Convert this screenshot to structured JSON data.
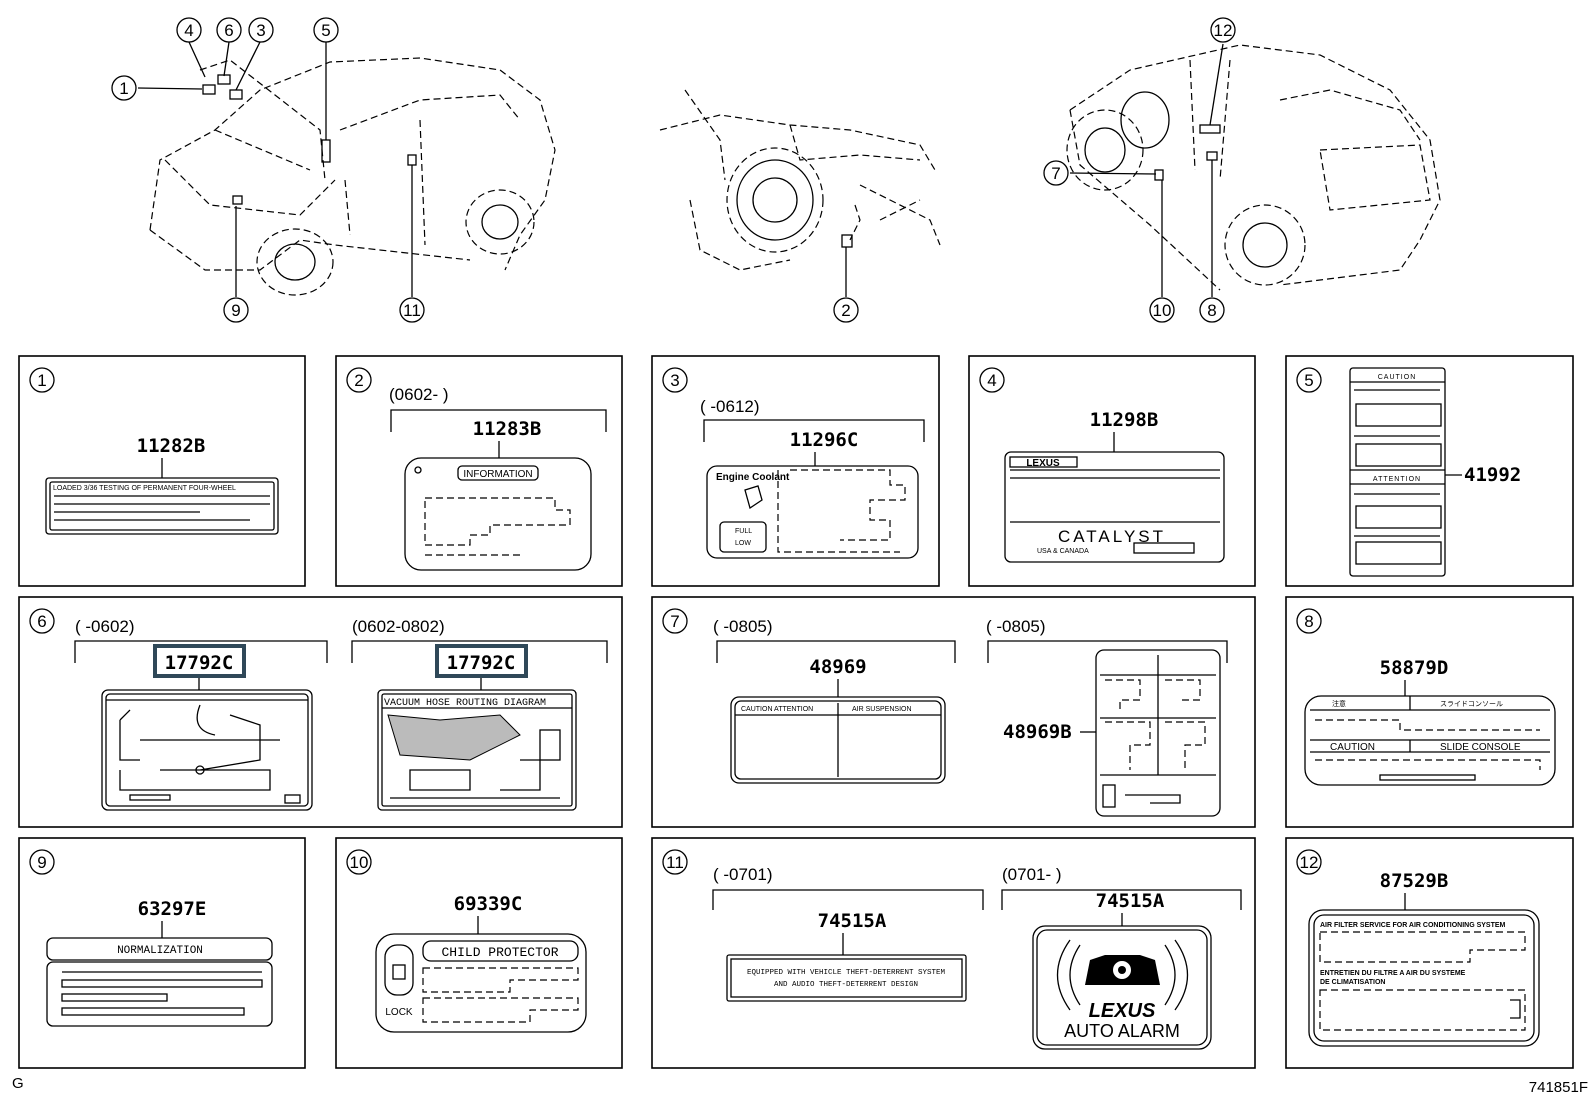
{
  "callouts": {
    "c1": "1",
    "c2": "2",
    "c3": "3",
    "c4": "4",
    "c5": "5",
    "c6": "6",
    "c7": "7",
    "c8": "8",
    "c9": "9",
    "c10": "10",
    "c11": "11",
    "c12": "12"
  },
  "panels": {
    "p1": {
      "index": "1",
      "part": "11282B",
      "label_text": "LOADED 3/36 TESTING OF PERMANENT FOUR-WHEEL"
    },
    "p2": {
      "index": "2",
      "range": "(0602-      )",
      "part": "11283B",
      "label_text": "INFORMATION"
    },
    "p3": {
      "index": "3",
      "range": "(      -0612)",
      "part": "11296C",
      "label_text": "Engine Coolant",
      "full": "FULL",
      "low": "LOW"
    },
    "p4": {
      "index": "4",
      "part": "11298B",
      "brand": "LEXUS",
      "label_text": "CATALYST",
      "sub": "USA & CANADA"
    },
    "p5": {
      "index": "5",
      "part": "41992",
      "caution": "CAUTION",
      "attention": "ATTENTION"
    },
    "p6": {
      "index": "6",
      "range_a": "(      -0602)",
      "range_b": "(0602-0802)",
      "part_a": "17792C",
      "part_b": "17792C",
      "label_b": "VACUUM HOSE ROUTING DIAGRAM"
    },
    "p7": {
      "index": "7",
      "range_a": "(      -0805)",
      "range_b": "(      -0805)",
      "part_a": "48969",
      "part_b": "48969B",
      "label_a1": "CAUTION ATTENTION",
      "label_a2": "AIR SUSPENSION"
    },
    "p8": {
      "index": "8",
      "part": "58879D",
      "jp1": "注意",
      "jp2": "スライドコンソール",
      "caution": "CAUTION",
      "slide": "SLIDE   CONSOLE"
    },
    "p9": {
      "index": "9",
      "part": "63297E",
      "label_text": "NORMALIZATION"
    },
    "p10": {
      "index": "10",
      "part": "69339C",
      "label_text": "CHILD PROTECTOR",
      "lock": "LOCK"
    },
    "p11": {
      "index": "11",
      "range_a": "(      -0701)",
      "range_b": "(0701-      )",
      "part_a": "74515A",
      "part_b": "74515A",
      "line1": "EQUIPPED WITH VEHICLE THEFT-DETERRENT SYSTEM",
      "line2": "AND AUDIO THEFT-DETERRENT DESIGN",
      "brand": "LEXUS",
      "alarm": "AUTO ALARM"
    },
    "p12": {
      "index": "12",
      "part": "87529B",
      "line1": "AIR FILTER SERVICE FOR AIR CONDITIONING SYSTEM",
      "line2": "ENTRETIEN DU FILTRE A AIR DU SYSTEME",
      "line3": "DE CLIMATISATION"
    }
  },
  "footer": {
    "left": "G",
    "right": "741851F"
  },
  "colors": {
    "highlight": "#2f4858"
  }
}
